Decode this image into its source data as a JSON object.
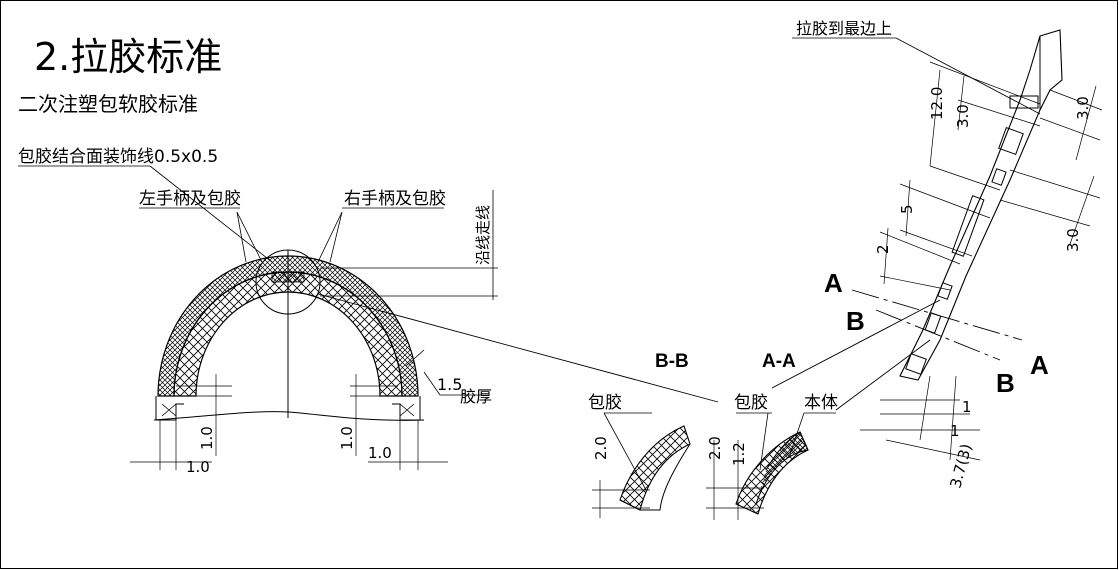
{
  "title": "2.拉胶标准",
  "subtitle": "二次注塑包软胶标准",
  "labels": {
    "decor_line": "包胶结合面装饰线0.5x0.5",
    "left_handle": "左手柄及包胶",
    "right_handle": "右手柄及包胶",
    "groove_line": "沿线走线",
    "thickness_value": "1.5",
    "thickness_word": "胶厚",
    "dim_1_0_a": "1.0",
    "dim_1_0_b": "1.0",
    "dim_1_0_c": "1.0",
    "dim_1_0_d": "1.0",
    "section_bb": "B-B",
    "section_aa": "A-A",
    "overmold_a": "包胶",
    "overmold_b": "包胶",
    "body": "本体",
    "dim_2_0_a": "2.0",
    "dim_2_0_b": "2.0",
    "dim_1_2": "1.2",
    "pull_to_edge": "拉胶到最边上",
    "dim_12_0": "12.0",
    "dim_3_0_a": "3.0",
    "dim_3_0_b": "3.0",
    "dim_3_0_c": "3.0",
    "dim_5": "5",
    "dim_2": "2",
    "dim_1_a": "1",
    "dim_1_b": "1",
    "dim_3_7": "3.7(3)",
    "cut_a_left": "A",
    "cut_a_right": "A",
    "cut_b_left": "B",
    "cut_b_right": "B"
  },
  "colors": {
    "line": "#000000",
    "background": "#ffffff"
  }
}
